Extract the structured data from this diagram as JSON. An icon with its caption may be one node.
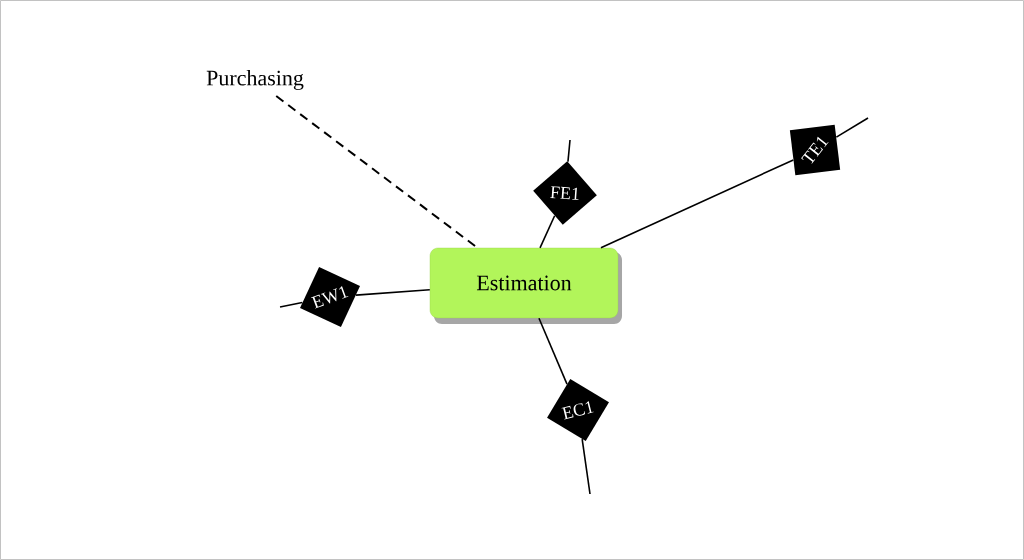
{
  "diagram": {
    "nodes": [
      {
        "text": [
          "Purchasing"
        ]
      },
      {
        "text": [
          "Estimation"
        ]
      },
      {
        "text": [
          "FE1"
        ]
      },
      {
        "text": [
          "TE1"
        ]
      },
      {
        "text": [
          "EW1"
        ]
      },
      {
        "text": [
          "EC1"
        ]
      }
    ],
    "edges": [
      {
        "from": 0,
        "to": 1,
        "arrow": "none",
        "style": "dashed"
      },
      {
        "from": 1,
        "to": 2,
        "arrow": "none"
      },
      {
        "from": 2,
        "to": null,
        "arrow": "none"
      },
      {
        "from": 1,
        "to": 3,
        "arrow": "none"
      },
      {
        "from": 3,
        "to": null,
        "arrow": "none"
      },
      {
        "from": 4,
        "to": 1,
        "arrow": "none"
      },
      {
        "from": null,
        "to": 4,
        "arrow": "none"
      },
      {
        "from": 1,
        "to": 5,
        "arrow": "none"
      },
      {
        "from": 5,
        "to": null,
        "arrow": "none"
      }
    ]
  }
}
